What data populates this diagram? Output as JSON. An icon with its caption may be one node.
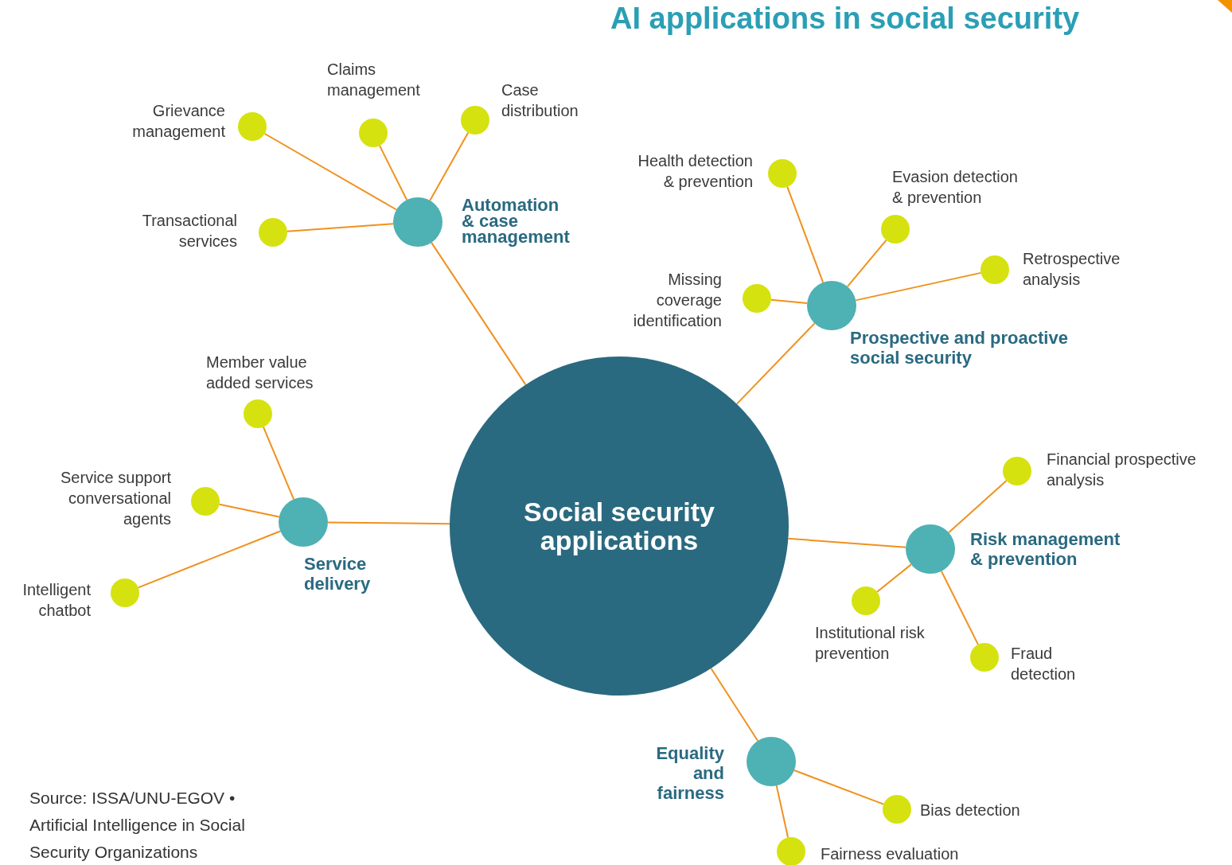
{
  "diagram": {
    "title": "AI applications in social security",
    "caption": "Source: ISSA/UNU-EGOV • Artificial Intelligence in Social Security Organizations",
    "nodes": [
      {
        "text": [
          "Social security applications"
        ]
      },
      {
        "text": [],
        "shape": "circle",
        "beside": [
          "Automation & case management"
        ]
      },
      {
        "text": [],
        "shape": "circle",
        "beside": [
          "Grievance management"
        ]
      },
      {
        "text": [],
        "shape": "circle",
        "beside": [
          "Claims management"
        ]
      },
      {
        "text": [],
        "shape": "circle",
        "beside": [
          "Case distribution"
        ]
      },
      {
        "text": [],
        "shape": "circle",
        "beside": [
          "Transactional services"
        ]
      },
      {
        "text": [],
        "shape": "circle",
        "beside": [
          "Prospective and proactive social security"
        ]
      },
      {
        "text": [],
        "shape": "circle",
        "beside": [
          "Health detection & prevention"
        ]
      },
      {
        "text": [],
        "shape": "circle",
        "beside": [
          "Evasion detection & prevention"
        ]
      },
      {
        "text": [],
        "shape": "circle",
        "beside": [
          "Retrospective analysis"
        ]
      },
      {
        "text": [],
        "shape": "circle",
        "beside": [
          "Missing coverage identification"
        ]
      },
      {
        "text": [],
        "shape": "circle",
        "beside": [
          "Service delivery"
        ]
      },
      {
        "text": [],
        "shape": "circle",
        "beside": [
          "Member value added services"
        ]
      },
      {
        "text": [],
        "shape": "circle",
        "beside": [
          "Service support conversational agents"
        ]
      },
      {
        "text": [],
        "shape": "circle",
        "beside": [
          "Intelligent chatbot"
        ]
      },
      {
        "text": [],
        "shape": "circle",
        "beside": [
          "Risk management & prevention"
        ]
      },
      {
        "text": [],
        "shape": "circle",
        "beside": [
          "Financial prospective analysis"
        ]
      },
      {
        "text": [],
        "shape": "circle",
        "beside": [
          "Institutional risk prevention"
        ]
      },
      {
        "text": [],
        "shape": "circle",
        "beside": [
          "Fraud detection"
        ]
      },
      {
        "text": [],
        "shape": "circle",
        "beside": [
          "Equality and fairness"
        ]
      },
      {
        "text": [],
        "shape": "circle",
        "beside": [
          "Bias detection"
        ]
      },
      {
        "text": [],
        "shape": "circle",
        "beside": [
          "Fairness evaluation"
        ]
      }
    ],
    "edges": [
      {
        "from": 0,
        "to": 1,
        "arrow": "none"
      },
      {
        "from": 1,
        "to": 2,
        "arrow": "none"
      },
      {
        "from": 1,
        "to": 3,
        "arrow": "none"
      },
      {
        "from": 1,
        "to": 4,
        "arrow": "none"
      },
      {
        "from": 1,
        "to": 5,
        "arrow": "none"
      },
      {
        "from": 0,
        "to": 6,
        "arrow": "none"
      },
      {
        "from": 6,
        "to": 7,
        "arrow": "none"
      },
      {
        "from": 6,
        "to": 8,
        "arrow": "none"
      },
      {
        "from": 6,
        "to": 9,
        "arrow": "none"
      },
      {
        "from": 6,
        "to": 10,
        "arrow": "none"
      },
      {
        "from": 0,
        "to": 11,
        "arrow": "none"
      },
      {
        "from": 11,
        "to": 12,
        "arrow": "none"
      },
      {
        "from": 11,
        "to": 13,
        "arrow": "none"
      },
      {
        "from": 11,
        "to": 14,
        "arrow": "none"
      },
      {
        "from": 0,
        "to": 15,
        "arrow": "none"
      },
      {
        "from": 15,
        "to": 16,
        "arrow": "none"
      },
      {
        "from": 15,
        "to": 17,
        "arrow": "none"
      },
      {
        "from": 15,
        "to": 18,
        "arrow": "none"
      },
      {
        "from": 0,
        "to": 19,
        "arrow": "none"
      },
      {
        "from": 19,
        "to": 20,
        "arrow": "none"
      },
      {
        "from": 19,
        "to": 21,
        "arrow": "none"
      }
    ]
  }
}
